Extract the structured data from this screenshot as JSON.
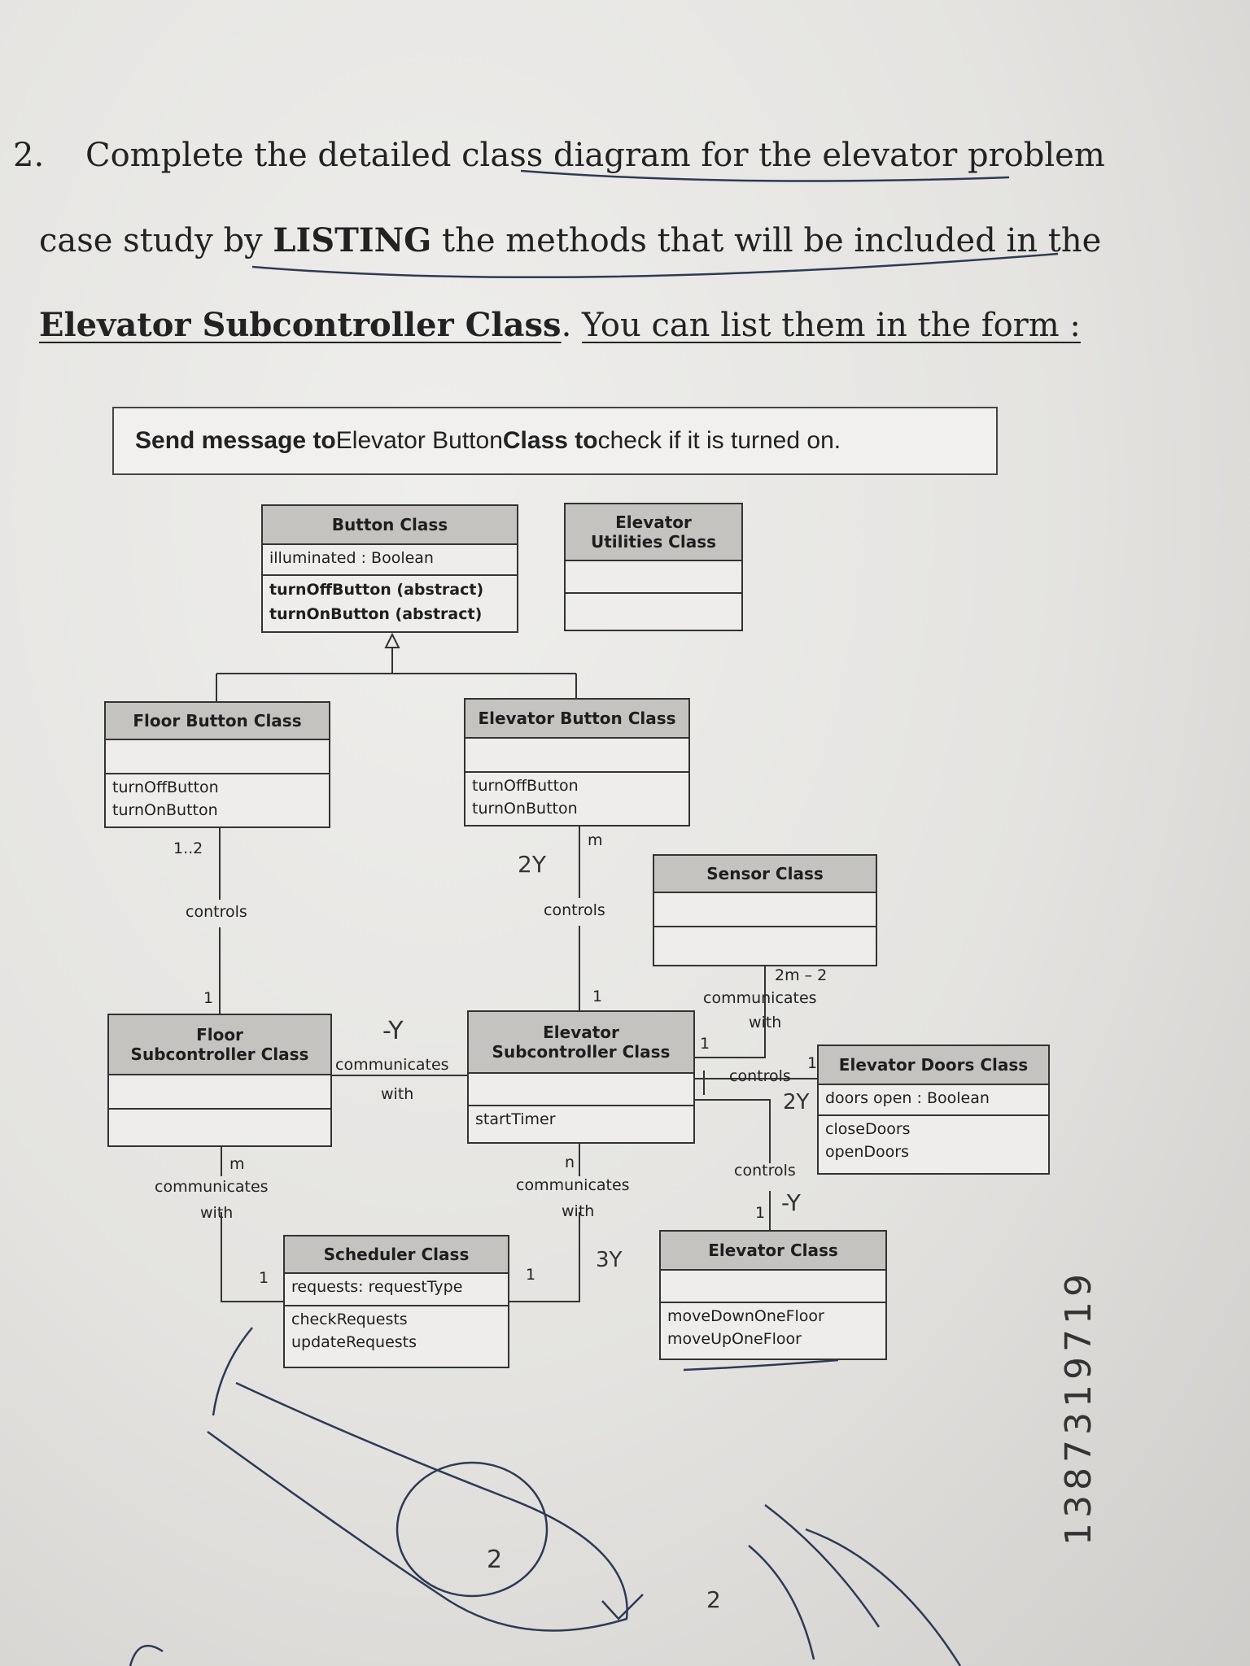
{
  "question": {
    "number": "2.",
    "line1": "Complete the detailed class diagram for the elevator problem",
    "line2_pre": "case study by ",
    "line2_bold": "LISTING",
    "line2_post": " the methods that will be included in the",
    "line3_bold": "Elevator Subcontroller Class",
    "line3_mid": ". ",
    "line3_post": "You can list them in the form :"
  },
  "example_form": {
    "p1": "Send message to ",
    "p2": "Elevator Button ",
    "p3": "Class to ",
    "p4": "check if it is turned on."
  },
  "classes": {
    "button": {
      "name": "Button Class",
      "attrs": [
        "illuminated : Boolean"
      ],
      "methods": [
        "turnOffButton (abstract)",
        "turnOnButton (abstract)"
      ]
    },
    "utilities": {
      "name_line1": "Elevator",
      "name_line2": "Utilities Class"
    },
    "floor_button": {
      "name": "Floor Button Class",
      "methods": [
        "turnOffButton",
        "turnOnButton"
      ]
    },
    "elevator_button": {
      "name": "Elevator Button Class",
      "methods": [
        "turnOffButton",
        "turnOnButton"
      ]
    },
    "sensor": {
      "name": "Sensor Class"
    },
    "floor_sub": {
      "name_line1": "Floor",
      "name_line2": "Subcontroller Class"
    },
    "elevator_sub": {
      "name_line1": "Elevator",
      "name_line2": "Subcontroller Class",
      "methods": [
        "startTimer"
      ]
    },
    "doors": {
      "name": "Elevator Doors Class",
      "attrs": [
        "doors open : Boolean"
      ],
      "methods": [
        "closeDoors",
        "openDoors"
      ]
    },
    "scheduler": {
      "name": "Scheduler Class",
      "attrs": [
        "requests: requestType"
      ],
      "methods": [
        "checkRequests",
        "updateRequests"
      ]
    },
    "elevator": {
      "name": "Elevator Class",
      "methods": [
        "moveDownOneFloor",
        "moveUpOneFloor"
      ]
    }
  },
  "associations": {
    "fb_mult": "1..2",
    "fb_label": "controls",
    "fs_top_mult": "1",
    "eb_mult": "m",
    "eb_label": "controls",
    "es_top_mult": "1",
    "fs_es_label1": "communicates",
    "fs_es_label2": "with",
    "sensor_mult": "2m – 2",
    "sensor_label1": "communicates",
    "sensor_label2": "with",
    "sensor_es_mult": "1",
    "doors_label": "controls",
    "doors_mult": "1",
    "fs_bottom_mult": "m",
    "fs_sched_label1": "communicates",
    "fs_sched_label2": "with",
    "sched_left_mult": "1",
    "es_bottom_mult": "n",
    "es_sched_label1": "communicates",
    "es_sched_label2": "with",
    "sched_right_mult": "1",
    "elevator_label": "controls",
    "elevator_mult": "1"
  },
  "handwriting": {
    "note_a": "2Y",
    "note_b": "-Y",
    "note_c": "2Y",
    "note_d": "3Y",
    "note_e": "-Y",
    "id_number": "1387319719",
    "circle_text": "2",
    "bottom_mark": "2"
  }
}
